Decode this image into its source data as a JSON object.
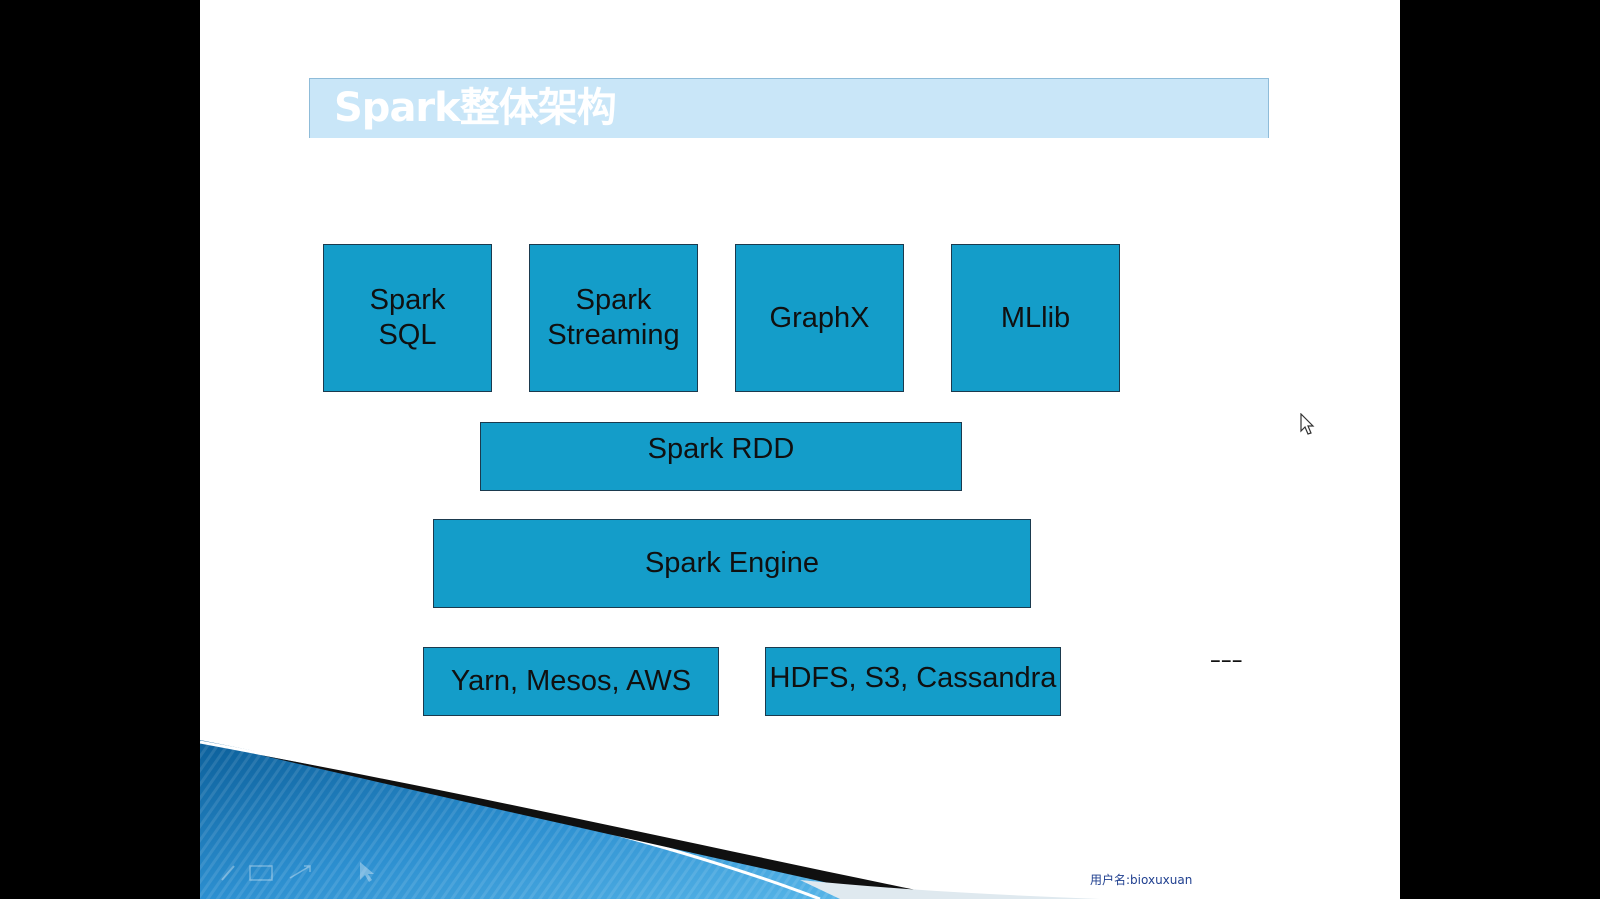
{
  "slide": {
    "title": "Spark整体架构",
    "user_label": "用户名:bioxuxuan"
  },
  "diagram": {
    "top_row": [
      {
        "id": "spark-sql",
        "label": "Spark\nSQL"
      },
      {
        "id": "spark-streaming",
        "label": "Spark\nStreaming"
      },
      {
        "id": "graphx",
        "label": "GraphX"
      },
      {
        "id": "mllib",
        "label": "MLlib"
      }
    ],
    "rdd": {
      "label": "Spark RDD"
    },
    "engine": {
      "label": "Spark Engine"
    },
    "bottom_row": [
      {
        "id": "cluster-managers",
        "label": "Yarn, Mesos, AWS"
      },
      {
        "id": "storage",
        "label": "HDFS, S3, Cassandra"
      }
    ]
  },
  "colors": {
    "box_fill": "#149dc9",
    "title_bar": "#c9e6f8",
    "background": "#000000"
  },
  "icons": [
    "mouse-pointer-icon",
    "pen-icon",
    "slide-menu-icon",
    "pointer-tool-icon"
  ]
}
